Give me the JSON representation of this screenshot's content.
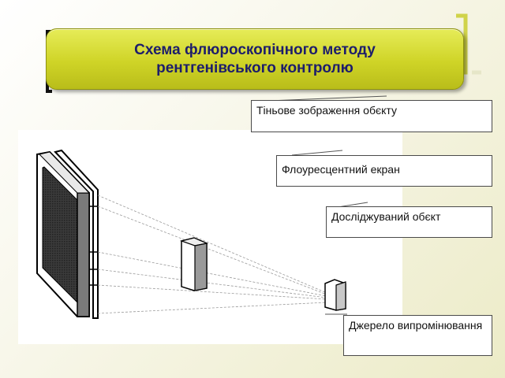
{
  "title": {
    "line1": "Схема флюроскопічного методу",
    "line2": "рентгенівського контролю"
  },
  "labels": {
    "shadow_image": "Тіньове зображення обєкту",
    "fluorescent_screen": "Флоуресцентний екран",
    "object": "Досліджуваний обєкт",
    "source": "Джерело випромінювання"
  },
  "colors": {
    "title_fill": "#cfd427",
    "title_text": "#1d1d6b",
    "bracket": "#d0d34a"
  }
}
